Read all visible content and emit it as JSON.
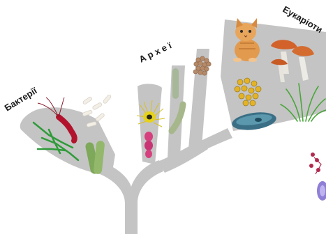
{
  "labels": {
    "bacteria": "Бактерії",
    "archaea": "А р х е ї",
    "eukaryotes": "Еукаріоти"
  },
  "colors": {
    "tree": "#c4c4c4",
    "background": "#ffffff",
    "label": "#1a1a1a"
  },
  "icons": {
    "bacteria": [
      "flagellated-bacterium-icon",
      "rod-bacteria-cluster-icon",
      "filamentous-bacteria-icon",
      "bacillus-pair-icon"
    ],
    "archaea": [
      "spiky-archaeon-icon",
      "pink-archaeon-icon",
      "long-rod-archaeon-icon",
      "curved-rod-archaeon-icon",
      "coccus-cluster-archaeon-icon"
    ],
    "eukaryotes": [
      "kitten-icon",
      "mushrooms-icon",
      "diatom-colony-icon",
      "protist-cell-icon",
      "grass-plant-icon",
      "partial-eukaryote-icon"
    ]
  }
}
